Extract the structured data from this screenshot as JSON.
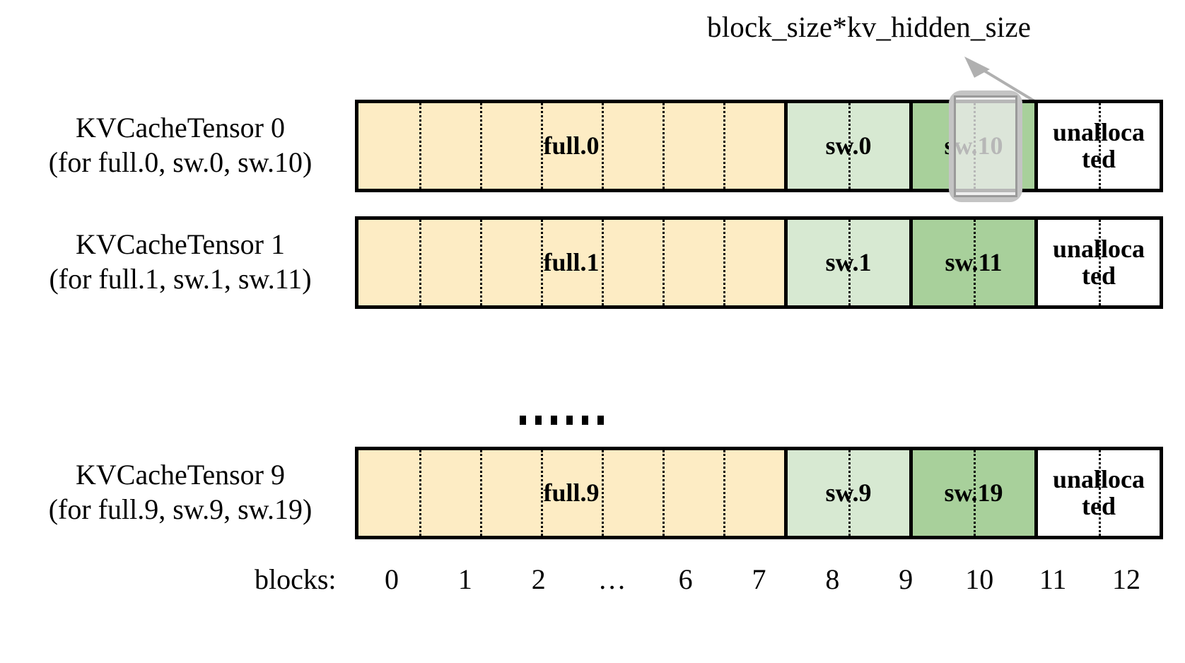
{
  "annotation": {
    "text": "block_size*kv_hidden_size",
    "arrow": "arrow-up-left"
  },
  "rows": [
    {
      "label_line1": "KVCacheTensor 0",
      "label_line2": "(for full.0, sw.0, sw.10)",
      "segments": [
        {
          "name": "full",
          "label": "full.0",
          "blocks": 7,
          "color": "#fdecc4"
        },
        {
          "name": "sw-light",
          "label": "sw.0",
          "blocks": 2,
          "color": "#d7e9d2"
        },
        {
          "name": "sw-dark",
          "label": "sw.10",
          "blocks": 2,
          "color": "#a8d09b"
        },
        {
          "name": "unallocated",
          "label": "unalloca ted",
          "blocks": 2,
          "color": "#ffffff"
        }
      ],
      "highlighted": true
    },
    {
      "label_line1": "KVCacheTensor 1",
      "label_line2": "(for full.1, sw.1, sw.11)",
      "segments": [
        {
          "name": "full",
          "label": "full.1",
          "blocks": 7,
          "color": "#fdecc4"
        },
        {
          "name": "sw-light",
          "label": "sw.1",
          "blocks": 2,
          "color": "#d7e9d2"
        },
        {
          "name": "sw-dark",
          "label": "sw.11",
          "blocks": 2,
          "color": "#a8d09b"
        },
        {
          "name": "unallocated",
          "label": "unalloca ted",
          "blocks": 2,
          "color": "#ffffff"
        }
      ],
      "highlighted": false
    },
    {
      "label_line1": "KVCacheTensor 9",
      "label_line2": "(for full.9, sw.9, sw.19)",
      "segments": [
        {
          "name": "full",
          "label": "full.9",
          "blocks": 7,
          "color": "#fdecc4"
        },
        {
          "name": "sw-light",
          "label": "sw.9",
          "blocks": 2,
          "color": "#d7e9d2"
        },
        {
          "name": "sw-dark",
          "label": "sw.19",
          "blocks": 2,
          "color": "#a8d09b"
        },
        {
          "name": "unallocated",
          "label": "unalloca ted",
          "blocks": 2,
          "color": "#ffffff"
        }
      ],
      "highlighted": false
    }
  ],
  "ellipsis": {
    "dots": 6
  },
  "axis": {
    "label": "blocks:",
    "ticks": [
      "0",
      "1",
      "2",
      "…",
      "6",
      "7",
      "8",
      "9",
      "10",
      "11",
      "12"
    ]
  },
  "colors": {
    "full": "#fdecc4",
    "sw_light": "#d7e9d2",
    "sw_dark": "#a8d09b",
    "unallocated": "#ffffff",
    "outline": "#000000",
    "highlight": "#c4c4c4"
  }
}
